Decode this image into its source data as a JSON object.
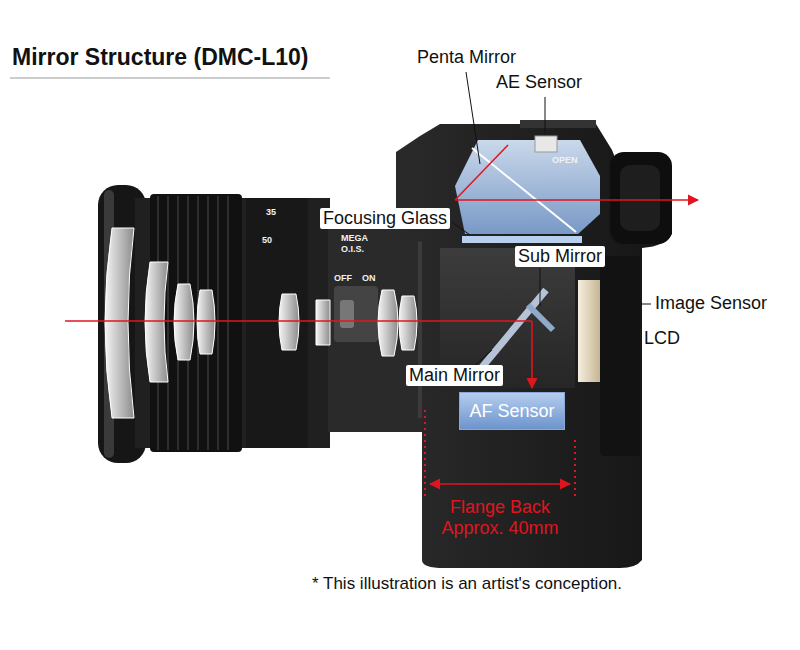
{
  "diagram": {
    "title": "Mirror Structure (DMC-L10)",
    "caption": "* This illustration is an artist's conception.",
    "nodes": [
      {
        "text": [
          "AF Sensor"
        ]
      }
    ],
    "labels": [
      "Penta Mirror",
      "AE Sensor",
      "Focusing Glass",
      "Sub Mirror",
      "Image Sensor",
      "LCD",
      "Main Mirror",
      "Flange Back Approx. 40mm",
      "MEGA",
      "O.I.S.",
      "OFF",
      "ON",
      "OPEN",
      "50",
      "35"
    ]
  }
}
